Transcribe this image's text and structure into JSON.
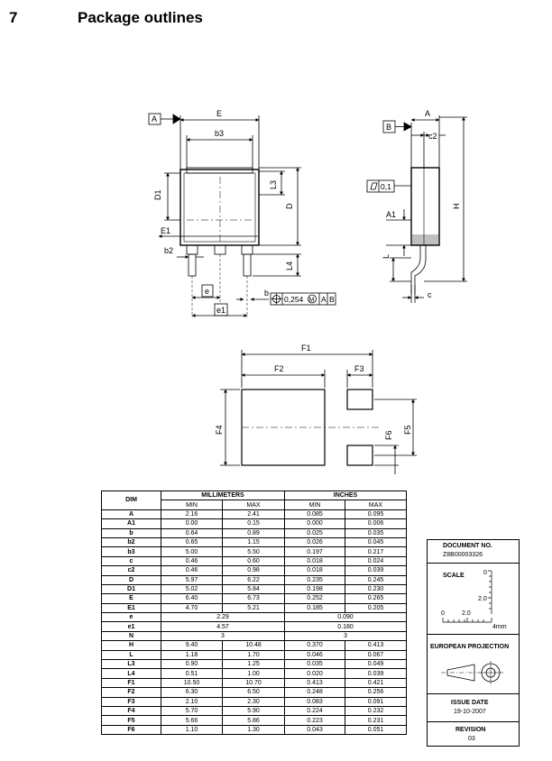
{
  "header": {
    "section_number": "7",
    "title": "Package outlines"
  },
  "drawing": {
    "datum_a": "A",
    "datum_b": "B",
    "label_E": "E",
    "label_b3": "b3",
    "label_D1": "D1",
    "label_L3": "L3",
    "label_D": "D",
    "label_E1": "E1",
    "label_b2": "b2",
    "label_L4": "L4",
    "label_e": "e",
    "label_b": "b",
    "label_e1": "e1",
    "tolerance_value": "0,254",
    "tolerance_modifier": "M",
    "tolerance_datum_a": "A",
    "tolerance_datum_b": "B",
    "label_A": "A",
    "label_c2": "c2",
    "flatness_value": "0,1",
    "label_A1": "A1",
    "label_H": "H",
    "label_L": "L",
    "label_c": "c"
  },
  "footprint": {
    "label_F1": "F1",
    "label_F2": "F2",
    "label_F3": "F3",
    "label_F4": "F4",
    "label_F5": "F5",
    "label_F6": "F6"
  },
  "table": {
    "dim_header": "DIM",
    "mm_header": "MILLIMETERS",
    "in_header": "INCHES",
    "min_label": "MIN",
    "max_label": "MAX",
    "rows": [
      {
        "dim": "A",
        "mm_min": "2.16",
        "mm_max": "2.41",
        "in_min": "0.085",
        "in_max": "0.095"
      },
      {
        "dim": "A1",
        "mm_min": "0.00",
        "mm_max": "0.15",
        "in_min": "0.000",
        "in_max": "0.006"
      },
      {
        "dim": "b",
        "mm_min": "0.64",
        "mm_max": "0.89",
        "in_min": "0.025",
        "in_max": "0.035"
      },
      {
        "dim": "b2",
        "mm_min": "0.65",
        "mm_max": "1.15",
        "in_min": "0.026",
        "in_max": "0.045"
      },
      {
        "dim": "b3",
        "mm_min": "5.00",
        "mm_max": "5.50",
        "in_min": "0.197",
        "in_max": "0.217"
      },
      {
        "dim": "c",
        "mm_min": "0.46",
        "mm_max": "0.60",
        "in_min": "0.018",
        "in_max": "0.024"
      },
      {
        "dim": "c2",
        "mm_min": "0.46",
        "mm_max": "0.98",
        "in_min": "0.018",
        "in_max": "0.039"
      },
      {
        "dim": "D",
        "mm_min": "5.97",
        "mm_max": "6.22",
        "in_min": "0.235",
        "in_max": "0.245"
      },
      {
        "dim": "D1",
        "mm_min": "5.02",
        "mm_max": "5.84",
        "in_min": "0.198",
        "in_max": "0.230"
      },
      {
        "dim": "E",
        "mm_min": "6.40",
        "mm_max": "6.73",
        "in_min": "0.252",
        "in_max": "0.265"
      },
      {
        "dim": "E1",
        "mm_min": "4.70",
        "mm_max": "5.21",
        "in_min": "0.185",
        "in_max": "0.205"
      },
      {
        "dim": "e",
        "mm_nom": "2.29",
        "in_nom": "0.090"
      },
      {
        "dim": "e1",
        "mm_nom": "4.57",
        "in_nom": "0.180"
      },
      {
        "dim": "N",
        "mm_nom": "3",
        "in_nom": "3"
      },
      {
        "dim": "H",
        "mm_min": "9.40",
        "mm_max": "10.48",
        "in_min": "0.370",
        "in_max": "0.413"
      },
      {
        "dim": "L",
        "mm_min": "1.18",
        "mm_max": "1.70",
        "in_min": "0.046",
        "in_max": "0.067"
      },
      {
        "dim": "L3",
        "mm_min": "0.90",
        "mm_max": "1.25",
        "in_min": "0.035",
        "in_max": "0.049"
      },
      {
        "dim": "L4",
        "mm_min": "0.51",
        "mm_max": "1.00",
        "in_min": "0.020",
        "in_max": "0.039"
      },
      {
        "dim": "F1",
        "mm_min": "10.50",
        "mm_max": "10.70",
        "in_min": "0.413",
        "in_max": "0.421"
      },
      {
        "dim": "F2",
        "mm_min": "6.30",
        "mm_max": "6.50",
        "in_min": "0.248",
        "in_max": "0.256"
      },
      {
        "dim": "F3",
        "mm_min": "2.10",
        "mm_max": "2.30",
        "in_min": "0.083",
        "in_max": "0.091"
      },
      {
        "dim": "F4",
        "mm_min": "5.70",
        "mm_max": "5.90",
        "in_min": "0.224",
        "in_max": "0.232"
      },
      {
        "dim": "F5",
        "mm_min": "5.66",
        "mm_max": "5.86",
        "in_min": "0.223",
        "in_max": "0.231"
      },
      {
        "dim": "F6",
        "mm_min": "1.10",
        "mm_max": "1.30",
        "in_min": "0.043",
        "in_max": "0.051"
      }
    ]
  },
  "title_block": {
    "document_no_label": "DOCUMENT NO.",
    "document_no": "Z8B00003326",
    "scale_label": "SCALE",
    "scale_tick_0": "0",
    "scale_tick_2_vertical": "2.0",
    "scale_tick_0_h": "0",
    "scale_tick_2_h": "2.0",
    "scale_unit": "4mm",
    "projection_label": "EUROPEAN PROJECTION",
    "issue_date_label": "ISSUE DATE",
    "issue_date": "19-10-2007",
    "revision_label": "REVISION",
    "revision": "03"
  }
}
